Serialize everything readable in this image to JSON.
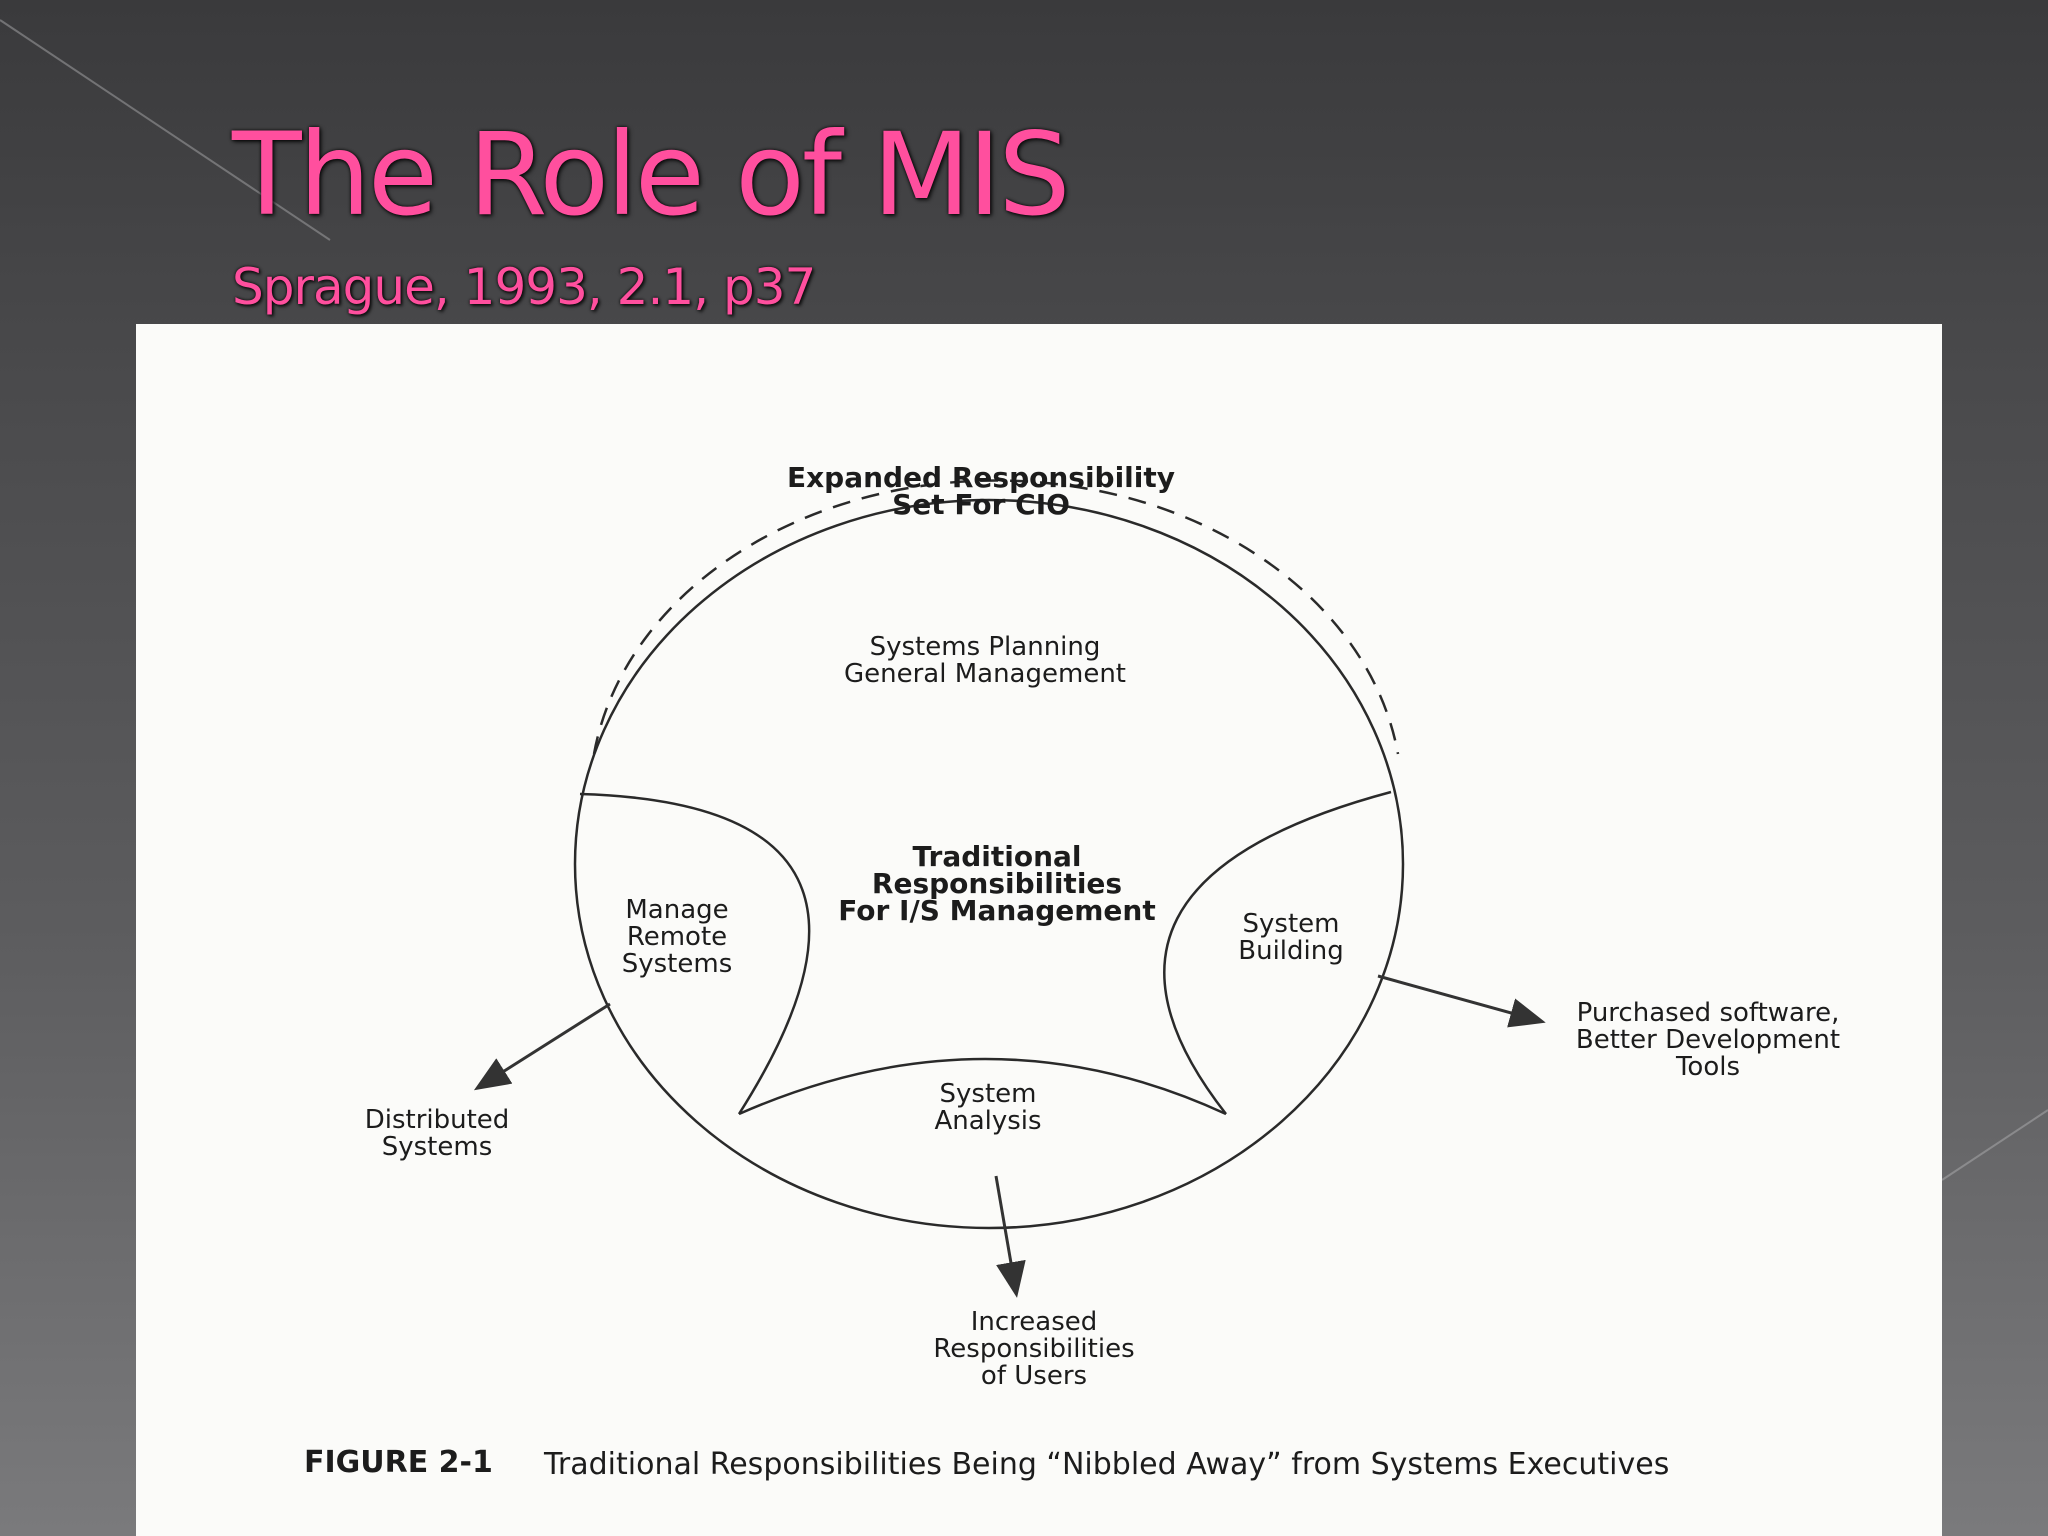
{
  "slide": {
    "title": "The Role of MIS",
    "subtitle": "Sprague, 1993, 2.1, p37",
    "colors": {
      "title": "#ff4f9e",
      "background": "#4a4a4c",
      "figure_bg": "#fbfbf9"
    }
  },
  "figure": {
    "outer_region": {
      "line1": "Expanded Responsibility",
      "line2": "Set For CIO"
    },
    "planning_region": {
      "line1": "Systems Planning",
      "line2": "General Management"
    },
    "core_region": {
      "line1": "Traditional",
      "line2": "Responsibilities",
      "line3": "For I/S Management"
    },
    "left_region": {
      "line1": "Manage",
      "line2": "Remote",
      "line3": "Systems"
    },
    "right_region": {
      "line1": "System",
      "line2": "Building"
    },
    "bottom_region": {
      "line1": "System",
      "line2": "Analysis"
    },
    "left_outcome": {
      "line1": "Distributed",
      "line2": "Systems"
    },
    "right_outcome": {
      "line1": "Purchased software,",
      "line2": "Better Development",
      "line3": "Tools"
    },
    "bottom_outcome": {
      "line1": "Increased",
      "line2": "Responsibilities",
      "line3": "of Users"
    },
    "caption": {
      "number": "FIGURE 2-1",
      "text": "Traditional Responsibilities Being “Nibbled Away” from Systems Executives"
    }
  }
}
